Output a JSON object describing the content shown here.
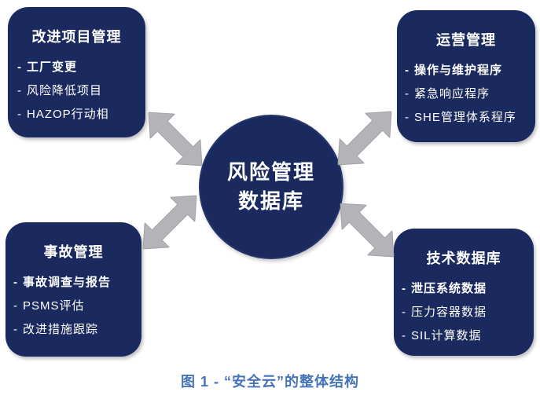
{
  "bullet": "-",
  "hub": {
    "line1": "风险管理",
    "line2": "数据库"
  },
  "boxes": [
    {
      "title": "改进项目管理",
      "items": [
        "工厂变更",
        "风险降低项目",
        "HAZOP行动相"
      ]
    },
    {
      "title": "运营管理",
      "items": [
        "操作与维护程序",
        "紧急响应程序",
        "SHE管理体系程序"
      ]
    },
    {
      "title": "事故管理",
      "items": [
        "事故调查与报告",
        "PSMS评估",
        "改进措施跟踪"
      ]
    },
    {
      "title": "技术数据库",
      "items": [
        "泄压系统数据",
        "压力容器数据",
        "SIL计算数据"
      ]
    }
  ],
  "caption": "图 1 - “安全云”的整体结构",
  "arrows": {
    "style": "double-headed",
    "count": 4,
    "color": "#b3b3b8"
  },
  "colors": {
    "node_background": "#1a2a5e",
    "node_text": "#ffffff",
    "arrow": "#b3b3b8",
    "caption": "#4473b8",
    "page_background": "#ffffff"
  }
}
